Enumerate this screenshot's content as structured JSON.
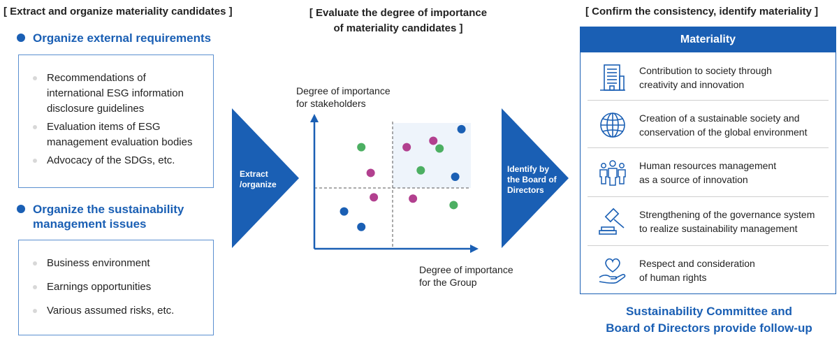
{
  "headers": {
    "left": "[ Extract and organize materiality candidates ]",
    "mid_line1": "[ Evaluate the degree of importance",
    "mid_line2": "of materiality candidates ]",
    "right": "[ Confirm the consistency, identify materiality ]"
  },
  "left": {
    "external": {
      "title": "Organize external requirements",
      "items": [
        [
          "Recommendations of",
          "international ESG information",
          "disclosure guidelines"
        ],
        [
          "Evaluation items of ESG",
          "management evaluation bodies"
        ],
        [
          "Advocacy of the SDGs, etc."
        ]
      ]
    },
    "sustainability": {
      "title_line1": "Organize the sustainability",
      "title_line2": "management issues",
      "items": [
        "Business environment",
        "Earnings opportunities",
        "Various assumed risks, etc."
      ]
    }
  },
  "arrows": {
    "extract": [
      "Extract",
      "/organize"
    ],
    "identify": [
      "Identify by",
      "the Board of",
      "Directors"
    ]
  },
  "matrix": {
    "y_label": [
      "Degree of importance",
      "for stakeholders"
    ],
    "x_label": [
      "Degree of importance",
      "for the Group"
    ],
    "colors": {
      "blue": "#1a5fb4",
      "green": "#4caf62",
      "magenta": "#b2408f",
      "highlight": "#eef4fb"
    },
    "points": [
      {
        "x": 0.3,
        "y": 0.79,
        "c": "green"
      },
      {
        "x": 0.36,
        "y": 0.59,
        "c": "magenta"
      },
      {
        "x": 0.59,
        "y": 0.79,
        "c": "magenta"
      },
      {
        "x": 0.76,
        "y": 0.84,
        "c": "magenta"
      },
      {
        "x": 0.8,
        "y": 0.78,
        "c": "green"
      },
      {
        "x": 0.68,
        "y": 0.61,
        "c": "green"
      },
      {
        "x": 0.94,
        "y": 0.93,
        "c": "blue"
      },
      {
        "x": 0.9,
        "y": 0.56,
        "c": "blue"
      },
      {
        "x": 0.38,
        "y": 0.4,
        "c": "magenta"
      },
      {
        "x": 0.63,
        "y": 0.39,
        "c": "magenta"
      },
      {
        "x": 0.89,
        "y": 0.34,
        "c": "green"
      },
      {
        "x": 0.19,
        "y": 0.29,
        "c": "blue"
      },
      {
        "x": 0.3,
        "y": 0.17,
        "c": "blue"
      }
    ]
  },
  "materiality": {
    "title": "Materiality",
    "items": [
      {
        "icon": "building-icon",
        "line1": "Contribution to society through",
        "line2": "creativity and innovation"
      },
      {
        "icon": "globe-icon",
        "line1": "Creation of a sustainable society and",
        "line2": "conservation of the global environment"
      },
      {
        "icon": "people-icon",
        "line1": "Human resources management",
        "line2": "as a source of innovation"
      },
      {
        "icon": "gavel-icon",
        "line1": "Strengthening of the governance system",
        "line2": "to realize sustainability management"
      },
      {
        "icon": "heart-hand-icon",
        "line1": "Respect and consideration",
        "line2": "of human rights"
      }
    ]
  },
  "followup": [
    "Sustainability Committee and",
    "Board of Directors provide follow-up"
  ]
}
